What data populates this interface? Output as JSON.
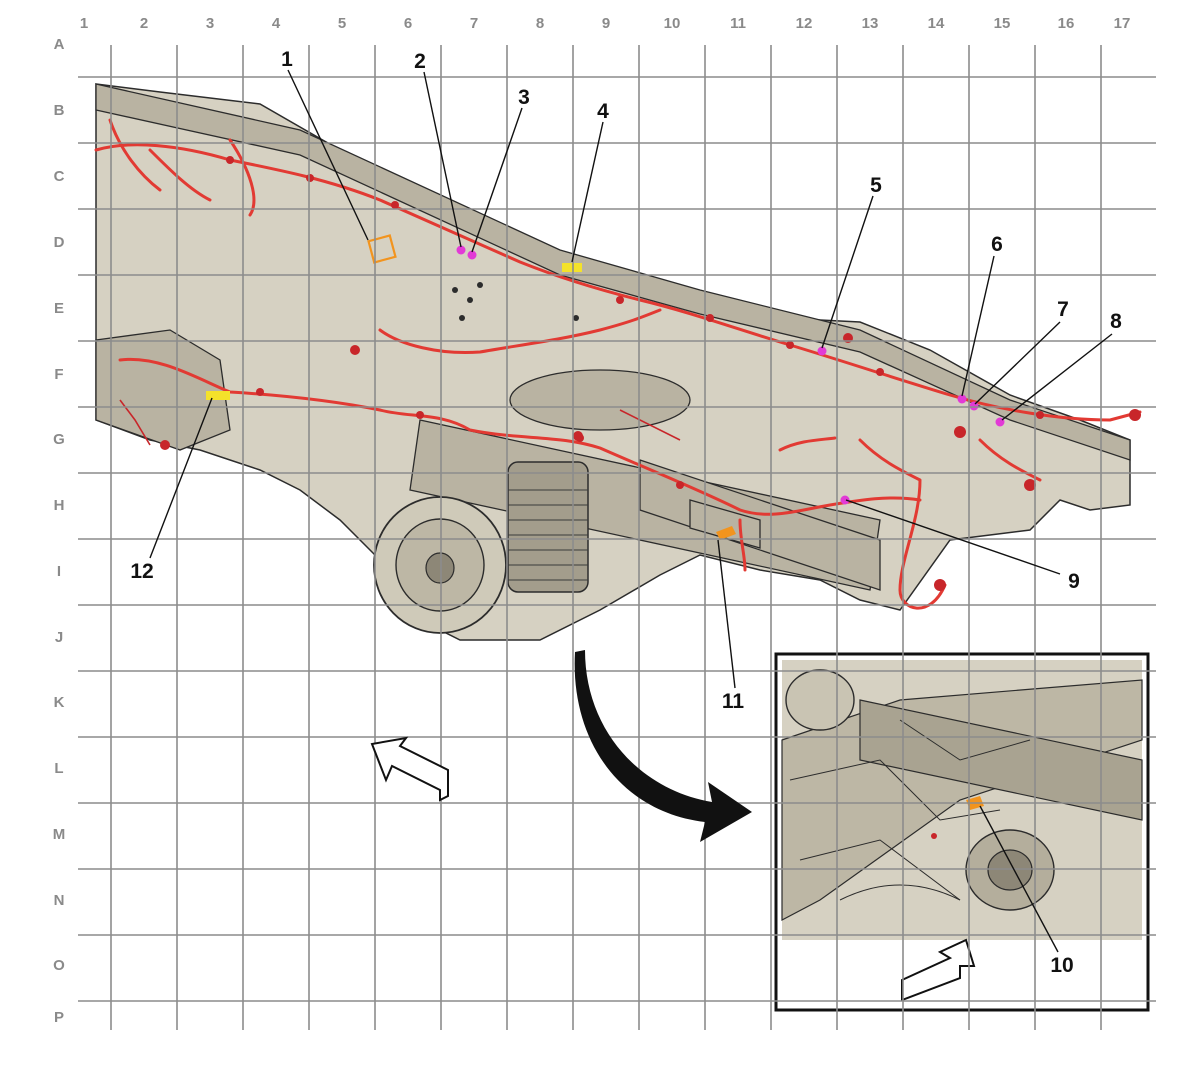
{
  "grid": {
    "columns": [
      "1",
      "2",
      "3",
      "4",
      "5",
      "6",
      "7",
      "8",
      "9",
      "10",
      "11",
      "12",
      "13",
      "14",
      "15",
      "16",
      "17"
    ],
    "rows": [
      "A",
      "B",
      "C",
      "D",
      "E",
      "F",
      "G",
      "H",
      "I",
      "J",
      "K",
      "L",
      "M",
      "N",
      "O",
      "P"
    ]
  },
  "callouts": [
    {
      "id": "1",
      "label": "1"
    },
    {
      "id": "2",
      "label": "2"
    },
    {
      "id": "3",
      "label": "3"
    },
    {
      "id": "4",
      "label": "4"
    },
    {
      "id": "5",
      "label": "5"
    },
    {
      "id": "6",
      "label": "6"
    },
    {
      "id": "7",
      "label": "7"
    },
    {
      "id": "8",
      "label": "8"
    },
    {
      "id": "9",
      "label": "9"
    },
    {
      "id": "10",
      "label": "10"
    },
    {
      "id": "11",
      "label": "11"
    },
    {
      "id": "12",
      "label": "12"
    }
  ],
  "colors": {
    "grid": "#8c8c8c",
    "frame": "#d6d1c2",
    "harness": "#e23a33",
    "connector_magenta": "#e23ad6",
    "connector_yellow": "#f4e22a",
    "connector_orange": "#f2941e",
    "grid_label": "#8a8a8a"
  }
}
